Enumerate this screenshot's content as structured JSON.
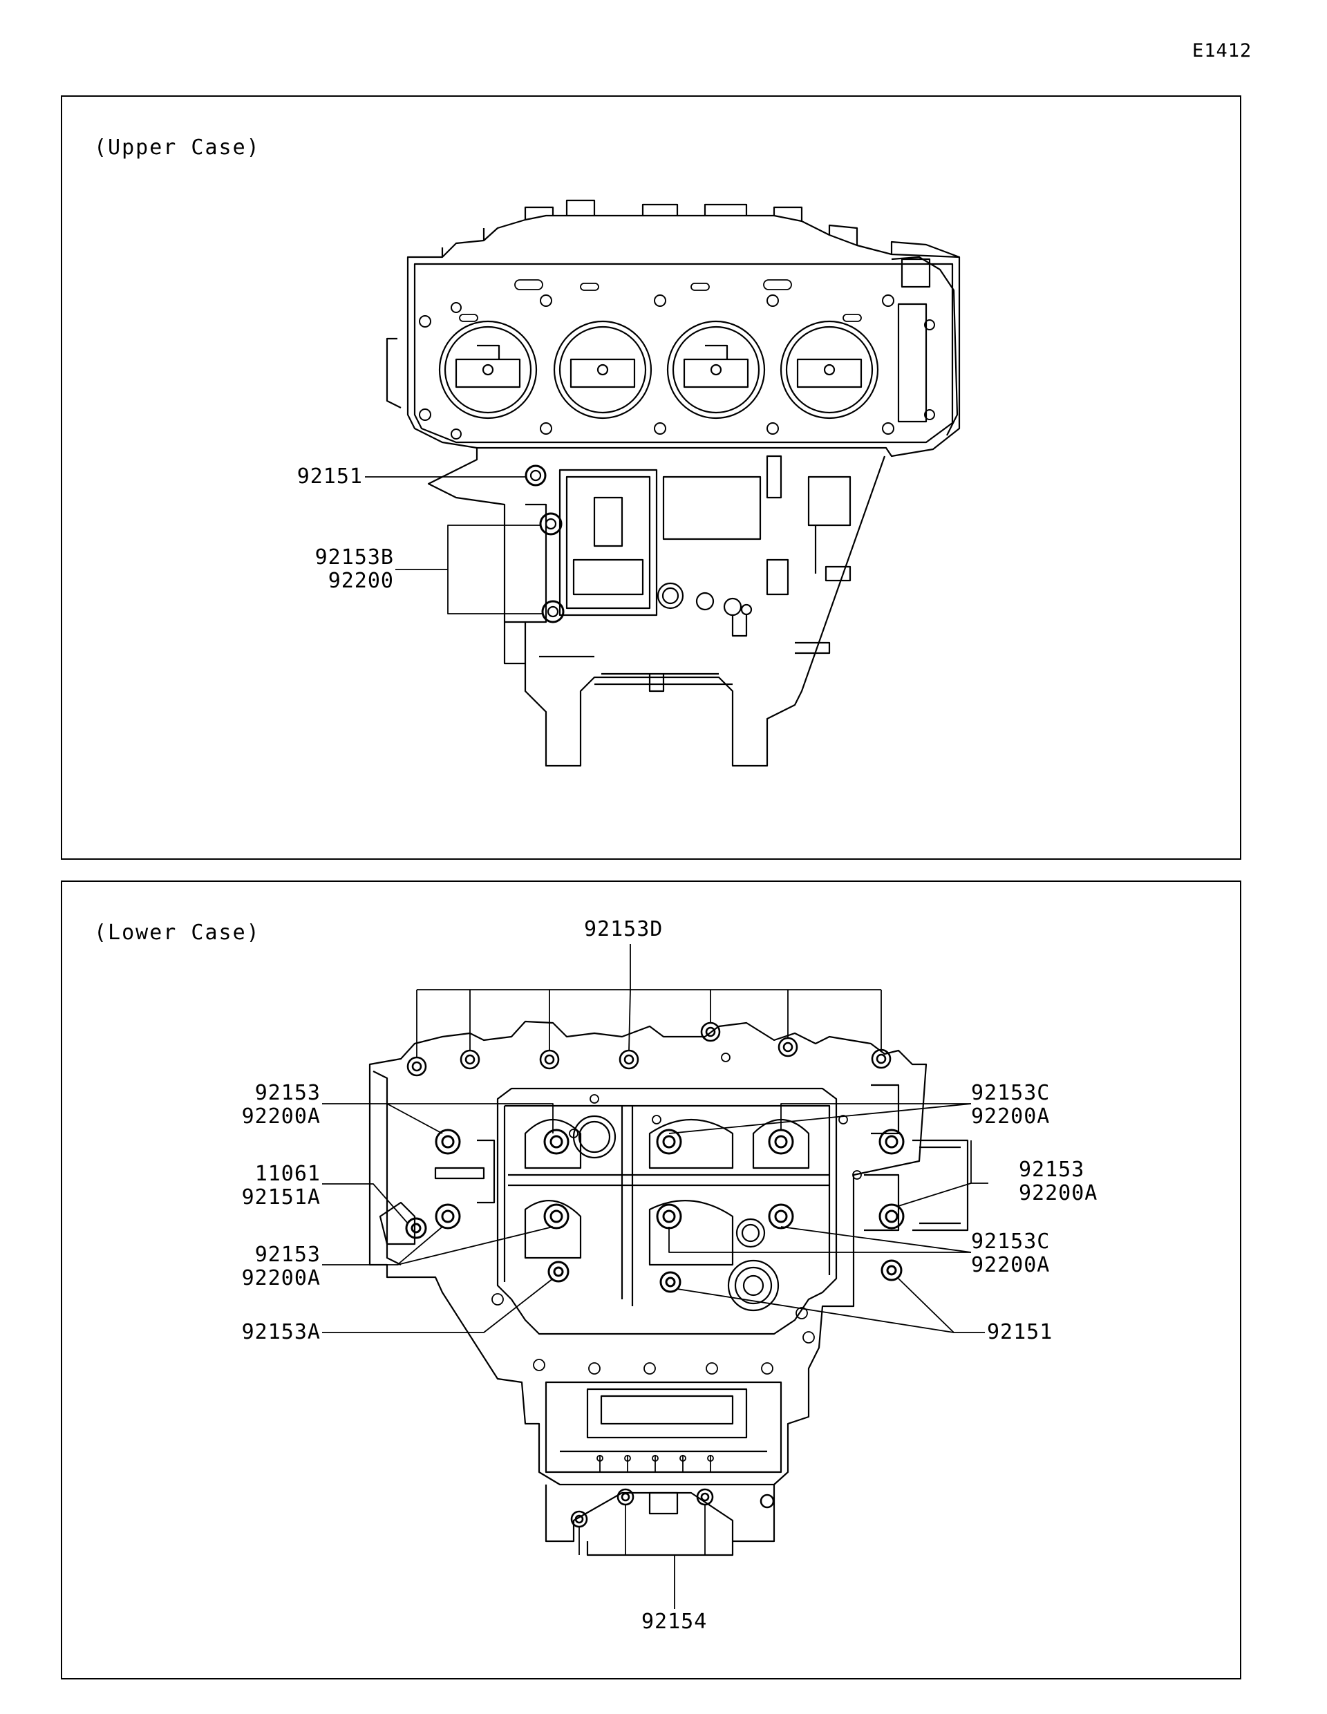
{
  "figure_id": "E1412",
  "upper": {
    "title": "(Upper Case)",
    "callouts": {
      "c1": "92151",
      "c2a": "92153B",
      "c2b": "92200"
    }
  },
  "lower": {
    "title": "(Lower Case)",
    "callouts": {
      "top": "92153D",
      "l1a": "92153",
      "l1b": "92200A",
      "l2a": "11061",
      "l2b": "92151A",
      "l3a": "92153",
      "l3b": "92200A",
      "l4": "92153A",
      "r1a": "92153C",
      "r1b": "92200A",
      "r2a": "92153",
      "r2b": "92200A",
      "r3a": "92153C",
      "r3b": "92200A",
      "r4": "92151",
      "bottom": "92154"
    }
  }
}
